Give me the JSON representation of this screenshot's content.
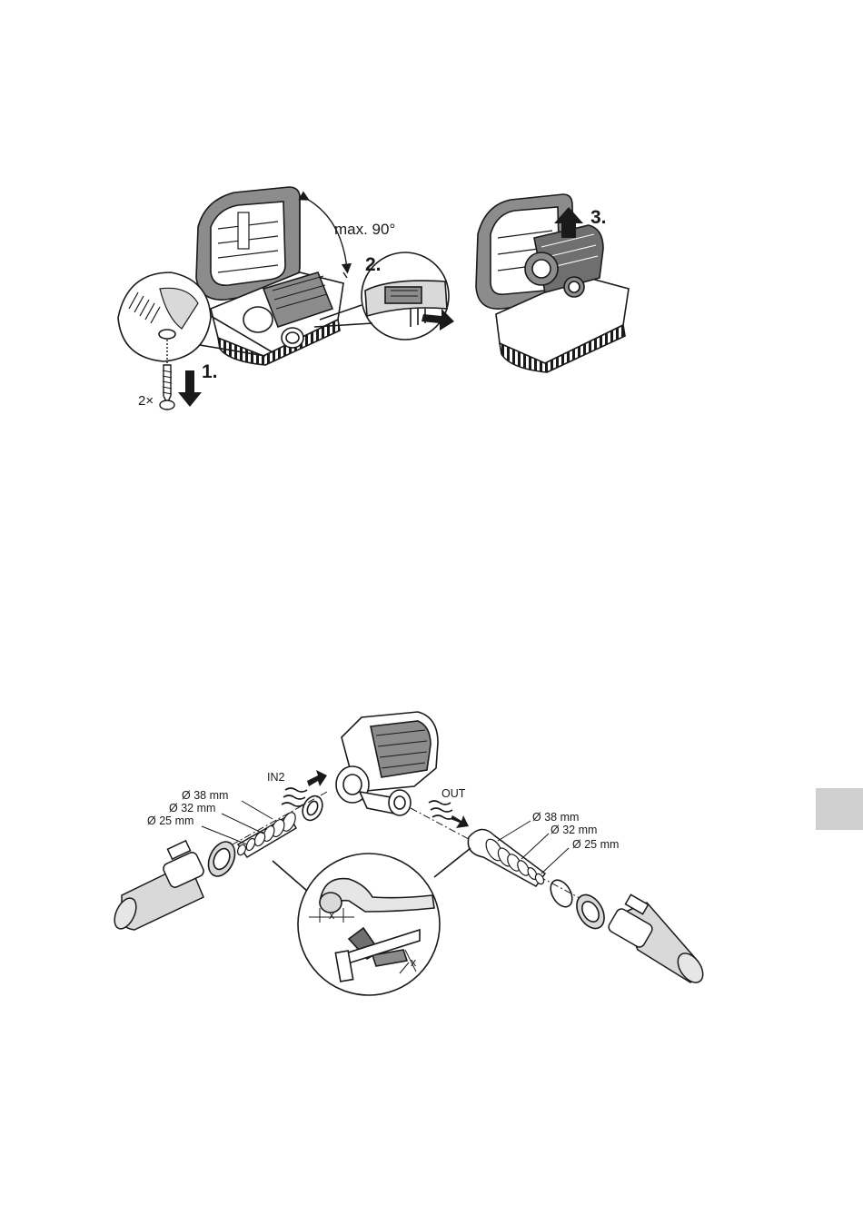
{
  "figure_top": {
    "angle_label": "max. 90°",
    "step1": "1.",
    "step2": "2.",
    "step3": "3.",
    "screw_count": "2×"
  },
  "figure_bottom": {
    "in_label": "IN2",
    "out_label": "OUT",
    "left_sizes": [
      "Ø 38 mm",
      "Ø 32 mm",
      "Ø 25 mm"
    ],
    "right_sizes": [
      "Ø 38 mm",
      "Ø 32 mm",
      "Ø 25 mm"
    ],
    "cut_label": "x"
  },
  "colors": {
    "line": "#1a1a1a",
    "housing_grey": "#8c8c8c",
    "pump_dark": "#6f6f6f",
    "hose_grey": "#d9d9d9",
    "tab_grey": "#cfcfcf"
  }
}
